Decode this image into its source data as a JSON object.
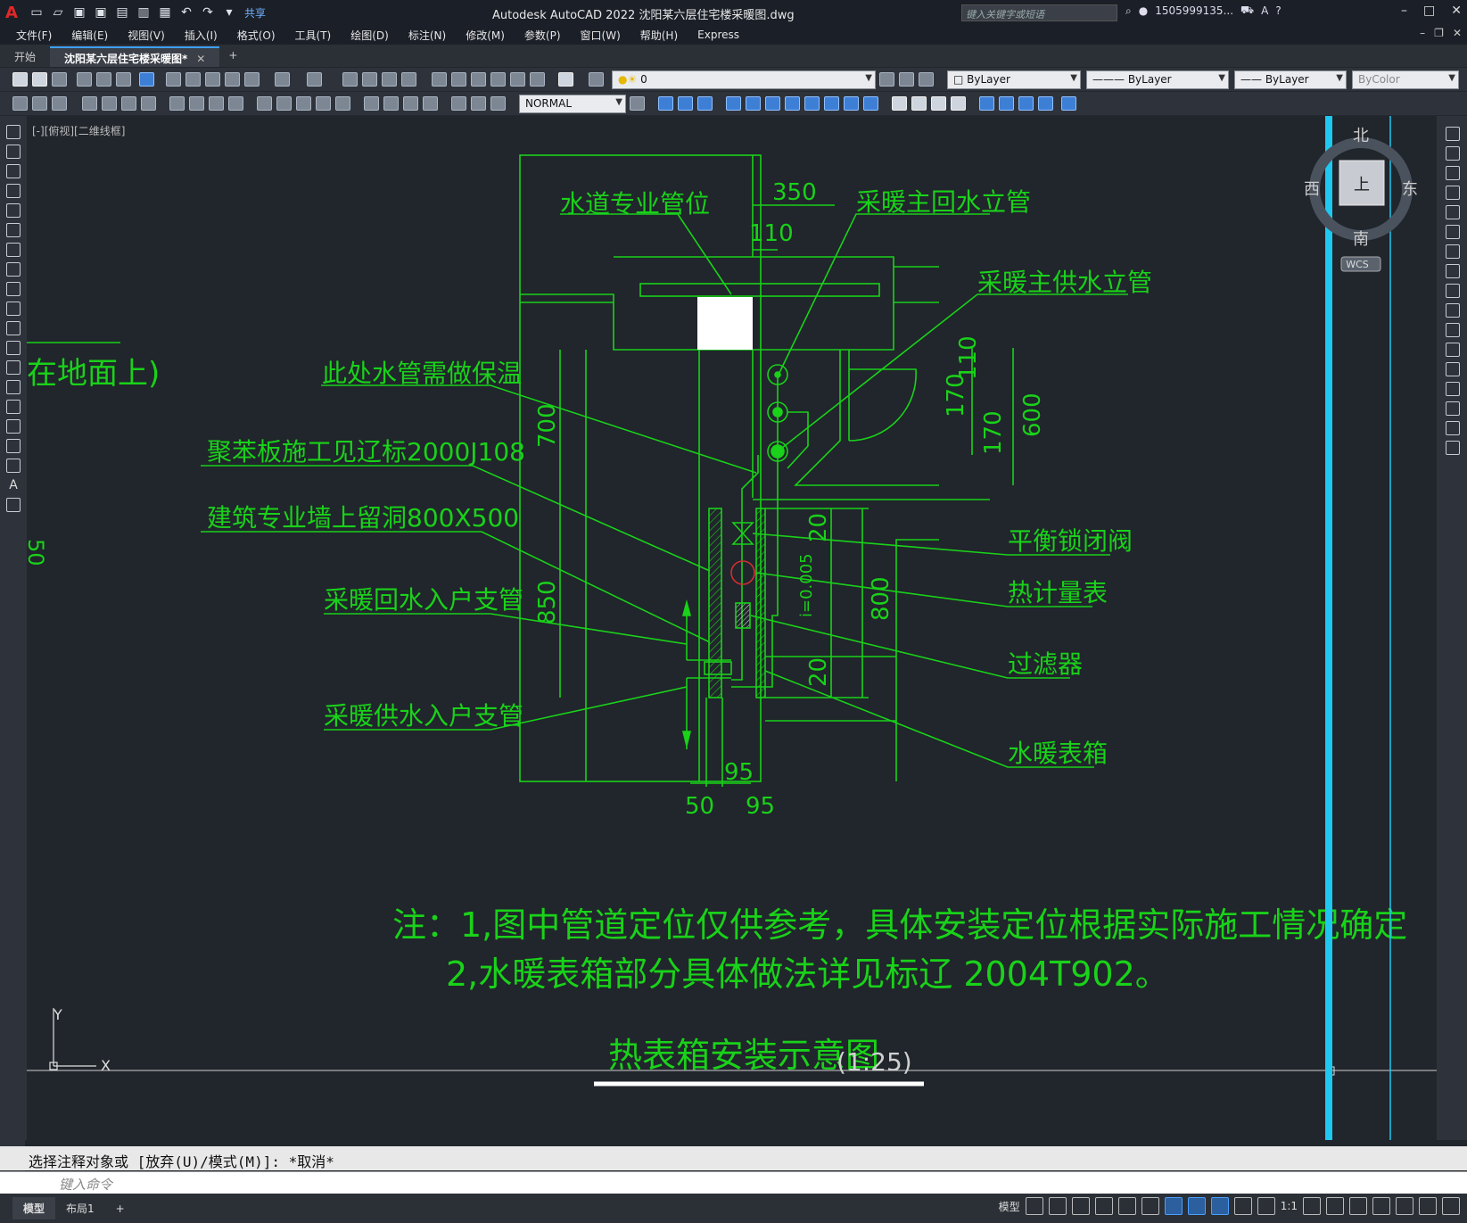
{
  "titlebar": {
    "title": "Autodesk AutoCAD 2022    沈阳某六层住宅楼采暖图.dwg",
    "share": "共享",
    "search_placeholder": "键入关键字或短语",
    "user": "1505999135..."
  },
  "menu": [
    "文件(F)",
    "编辑(E)",
    "视图(V)",
    "插入(I)",
    "格式(O)",
    "工具(T)",
    "绘图(D)",
    "标注(N)",
    "修改(M)",
    "参数(P)",
    "窗口(W)",
    "帮助(H)",
    "Express"
  ],
  "tabs": {
    "start": "开始",
    "file": "沈阳某六层住宅楼采暖图*",
    "plus": "+"
  },
  "ribbon": {
    "layer": "0",
    "color": "ByLayer",
    "linetype": "ByLayer",
    "lineweight": "ByLayer",
    "plotstyle": "ByColor",
    "textstyle": "NORMAL"
  },
  "viewport": {
    "label": "[-][俯视][二维线框]"
  },
  "viewcube": {
    "north": "北",
    "south": "南",
    "east": "东",
    "west": "西",
    "top": "上",
    "wcs": "WCS"
  },
  "ucs": {
    "x": "X",
    "y": "Y"
  },
  "drawing": {
    "labels": {
      "water": "水道专业管位",
      "return_riser": "采暖主回水立管",
      "supply_riser": "采暖主供水立管",
      "insulation": "此处水管需做保温",
      "polystyrene": "聚苯板施工见辽标2000J108",
      "wall_hole": "建筑专业墙上留洞800X500",
      "return_branch": "采暖回水入户支管",
      "supply_branch": "采暖供水入户支管",
      "valve": "平衡锁闭阀",
      "meter": "热计量表",
      "filter": "过滤器",
      "box": "水暖表箱",
      "left_partial": "在地面上)",
      "left_partial2": "50"
    },
    "dims": {
      "d350": "350",
      "d110": "110",
      "d110b": "110",
      "d170a": "170",
      "d170b": "170",
      "d600": "600",
      "d700": "700",
      "d850": "850",
      "d20a": "20",
      "d20b": "20",
      "d800": "800",
      "slope": "i=0.005",
      "d95a": "95",
      "d50": "50",
      "d95b": "95"
    },
    "notes": {
      "n1": "注：1,图中管道定位仅供参考，具体安装定位根据实际施工情况确定",
      "n2": "2,水暖表箱部分具体做法详见标辽 2004T902。"
    },
    "title": "热表箱安装示意图",
    "scale": "(1:25)"
  },
  "command": {
    "history": "选择注释对象或 [放弃(U)/模式(M)]: *取消*",
    "placeholder": "键入命令"
  },
  "status": {
    "model": "模型",
    "layout": "布局1",
    "plus": "+",
    "model_btn": "模型",
    "scale": "1:1"
  },
  "colors": {
    "bg": "#21252c",
    "cad_green": "#19d219",
    "cyan": "#1ec8f0"
  }
}
